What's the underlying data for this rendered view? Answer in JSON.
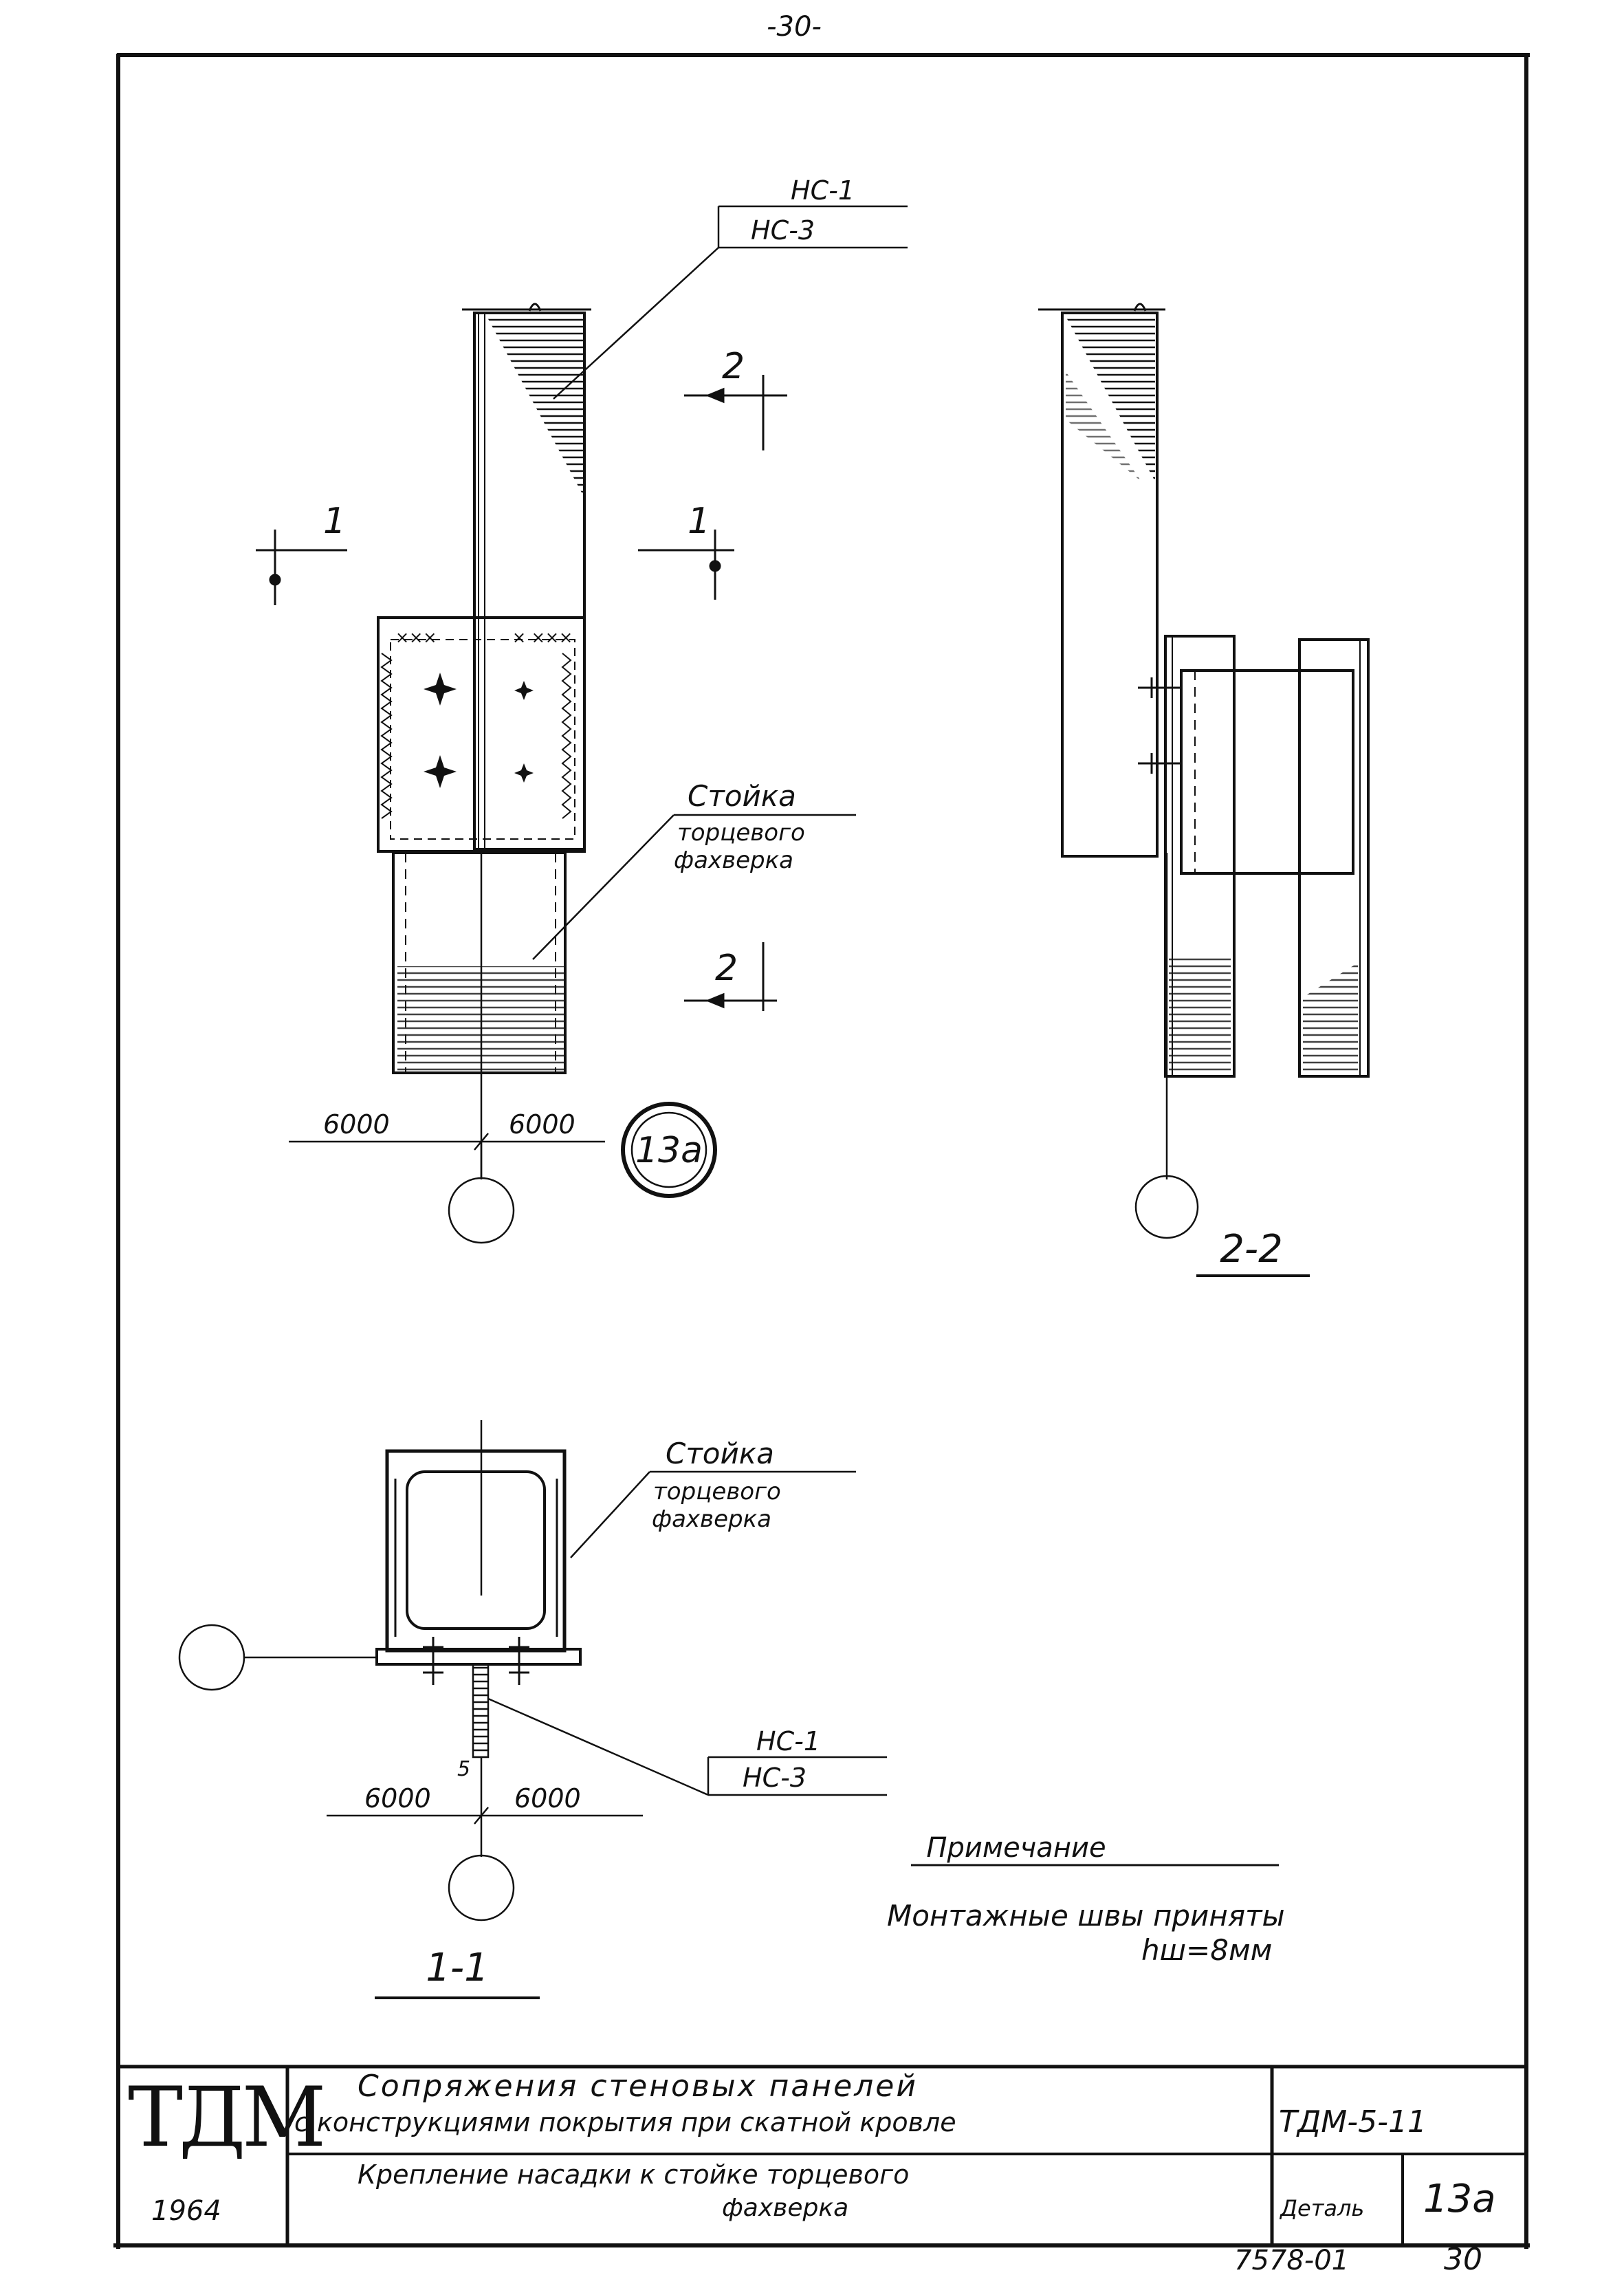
{
  "page_number": "-30-",
  "view_main": {
    "panel_label_1": "HC-1",
    "panel_label_2": "HC-3",
    "section_mark_1_left": "1",
    "section_mark_1_right": "1",
    "section_mark_2_top": "2",
    "section_mark_2_bottom": "2",
    "post_label_line1": "Стойка",
    "post_label_line2": "торцевого",
    "post_label_line3": "фахверка",
    "dim_left": "6000",
    "dim_right": "6000",
    "detail_mark": "13a"
  },
  "view_2_2": {
    "title": "2-2"
  },
  "view_1_1": {
    "post_label_line1": "Стойка",
    "post_label_line2": "торцевого",
    "post_label_line3": "фахверка",
    "panel_label_1": "HC-1",
    "panel_label_2": "HC-3",
    "weld_size": "5",
    "dim_left": "6000",
    "dim_right": "6000",
    "title": "1-1"
  },
  "note": {
    "heading": "Примечание",
    "line1": "Монтажные швы приняты",
    "line2": "hш=8мм"
  },
  "title_block": {
    "logo": "ТДМ",
    "year": "1964",
    "title_line1": "Сопряжения стеновых панелей",
    "title_line2": "с конструкциями покрытия при скатной кровле",
    "series": "ТДМ-5-11",
    "subtitle_line1": "Крепление насадки к стойке торцевого",
    "subtitle_line2": "фахверка",
    "detail_label": "Деталь",
    "detail_number": "13a"
  },
  "footer": {
    "archive_number": "7578-01",
    "sheet_number": "30"
  }
}
